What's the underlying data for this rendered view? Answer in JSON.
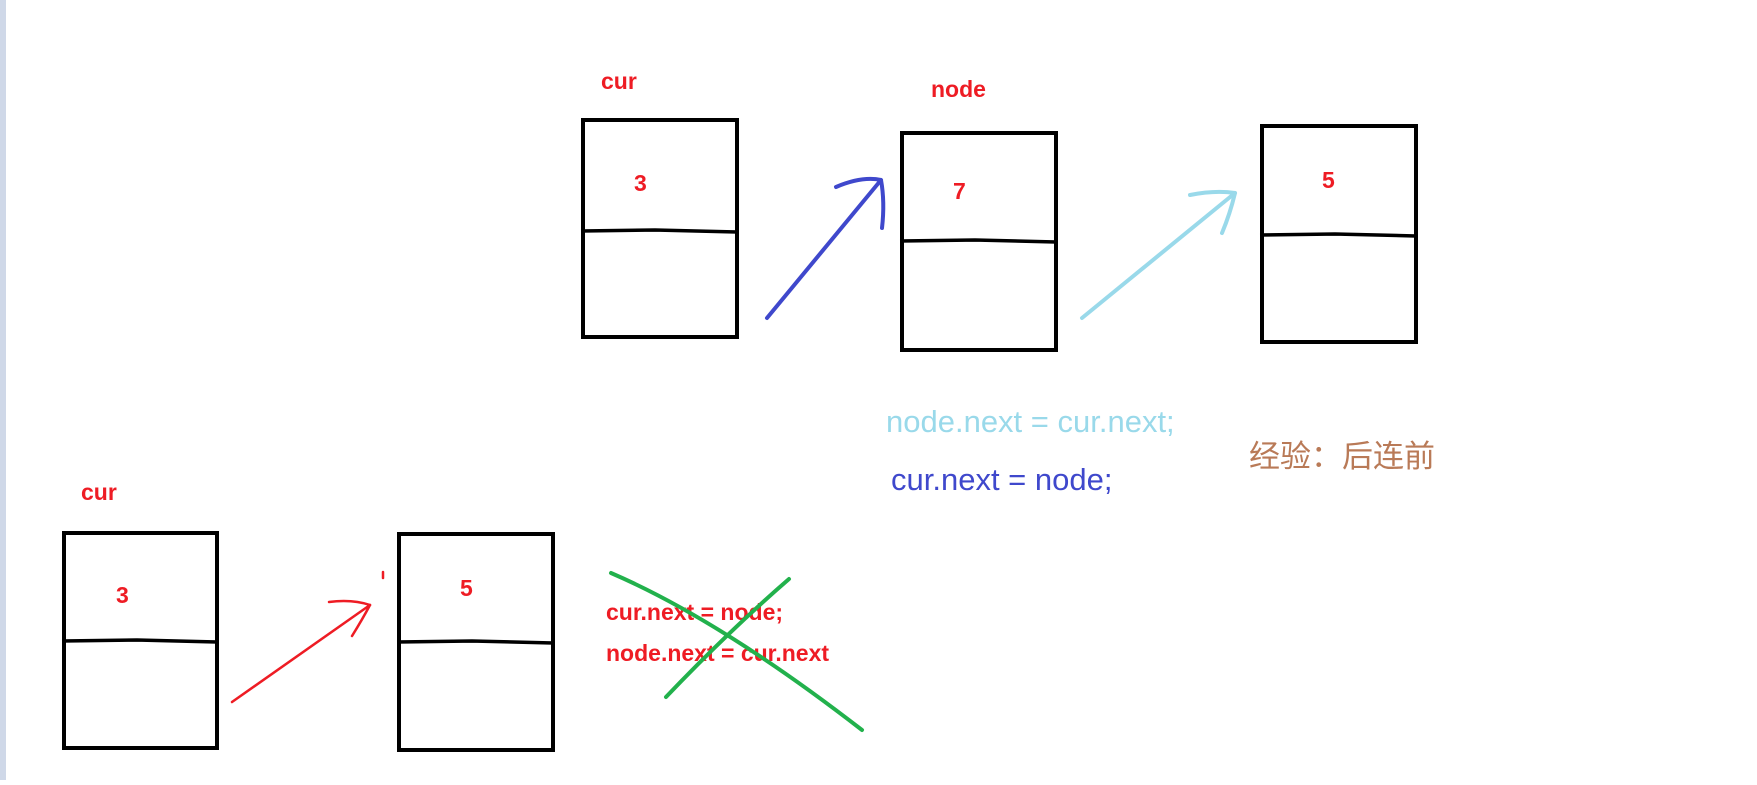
{
  "top": {
    "cur_label": "cur",
    "node_label": "node",
    "node_a_value": "3",
    "node_b_value": "7",
    "node_c_value": "5",
    "code_line_1": "node.next = cur.next;",
    "code_line_2": "cur.next =  node;",
    "note": "经验：后连前"
  },
  "bottom": {
    "cur_label": "cur",
    "node_a_value": "3",
    "node_b_value": "5",
    "wrong_line_1": "cur.next = node;",
    "wrong_line_2": "node.next = cur.next"
  },
  "colors": {
    "red": "#ee1c24",
    "blue": "#3f48cc",
    "light_blue": "#99d9ea",
    "green": "#22b14c",
    "brown": "#b97a57"
  }
}
